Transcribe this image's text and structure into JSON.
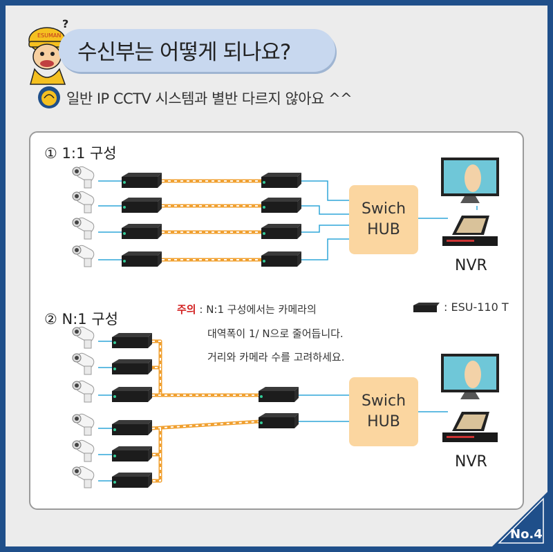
{
  "header": {
    "title": "수신부는 어떻게 되나요?",
    "subtitle": "일반 IP CCTV 시스템과 별반 다르지 않아요 ^^",
    "mascot_cap_text": "ESUMAN",
    "question_mark": "?"
  },
  "section1": {
    "label": "① 1:1 구성",
    "hub_line1": "Swich",
    "hub_line2": "HUB",
    "nvr_label": "NVR"
  },
  "section2": {
    "label": "② N:1 구성",
    "hub_line1": "Swich",
    "hub_line2": "HUB",
    "nvr_label": "NVR"
  },
  "note": {
    "prefix": "주의",
    "colon": " : ",
    "line1": "N:1 구성에서는 카메라의",
    "line2": "대역폭이 1/ N으로 줄어듭니다.",
    "line3": "거리와 카메라 수를 고려하세요."
  },
  "legend": {
    "device_label": ": ESU-110 T"
  },
  "corner_badge": "No.4",
  "colors": {
    "frame": "#1f4f8a",
    "cable": "#f0a030",
    "ethernet": "#2ea6d8",
    "hub": "#fbd6a0",
    "title_pill": "#c8d8ef"
  }
}
